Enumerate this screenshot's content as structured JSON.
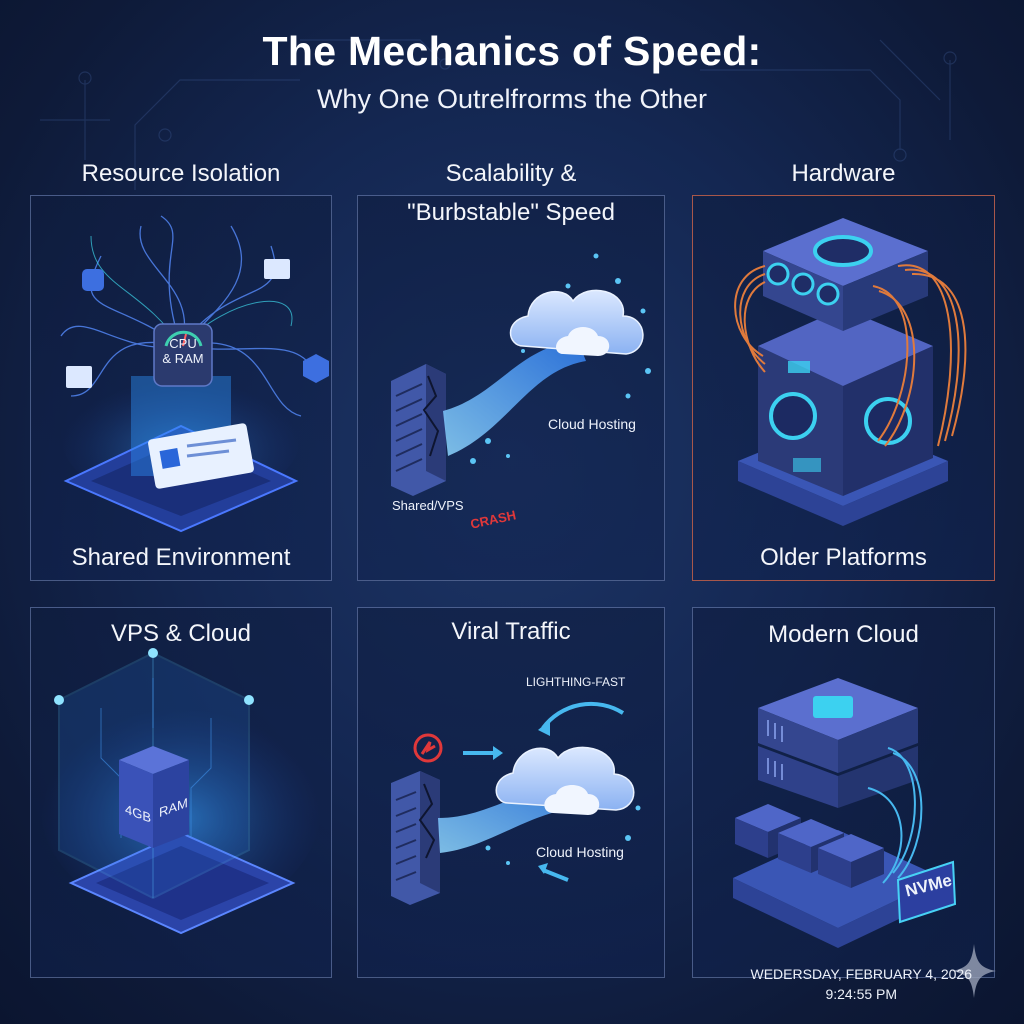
{
  "header": {
    "title": "The Mechanics of Speed:",
    "subtitle": "Why One Outrelfrorms the Other"
  },
  "panels": [
    {
      "heading": "Resource Isolation",
      "caption": "Shared Environment",
      "illustration": {
        "chip_label_line1": "CPU",
        "chip_label_line2": "& RAM",
        "icon": "tangled-wires-chip-icon"
      }
    },
    {
      "heading_line1": "Scalability &",
      "heading_line2": "\"Burbstable\" Speed",
      "illustration": {
        "cloud_label": "Cloud Hosting",
        "server_label": "Shared/VPS",
        "crash_label": "CRASH",
        "icon": "cloud-migration-icon"
      }
    },
    {
      "heading": "Hardware",
      "caption": "Older Platforms",
      "border_color": "#a8574a",
      "illustration": {
        "icon": "legacy-server-icon"
      }
    },
    {
      "heading": "VPS & Cloud",
      "illustration": {
        "block_label_left": "4GB",
        "block_label_right": "RAM",
        "icon": "isolated-ram-cube-icon"
      }
    },
    {
      "heading": "Viral Traffic",
      "illustration": {
        "speed_label": "LIGHTHING-FAST",
        "cloud_label": "Cloud Hosting",
        "icon": "traffic-cloud-icon"
      }
    },
    {
      "heading": "Modern Cloud",
      "illustration": {
        "badge_label": "NVMe",
        "icon": "nvme-server-stack-icon"
      }
    }
  ],
  "footer": {
    "date": "WEDERSDAY, FEBRUARY 4, 2026",
    "time": "9:24:55 PM"
  },
  "colors": {
    "background": "#142752",
    "accent_cyan": "#4fc3f7",
    "accent_blue": "#3a6df0",
    "hardware_border": "#a8574a",
    "cable_orange": "#e07a3c",
    "crash_red": "#e0383a"
  }
}
